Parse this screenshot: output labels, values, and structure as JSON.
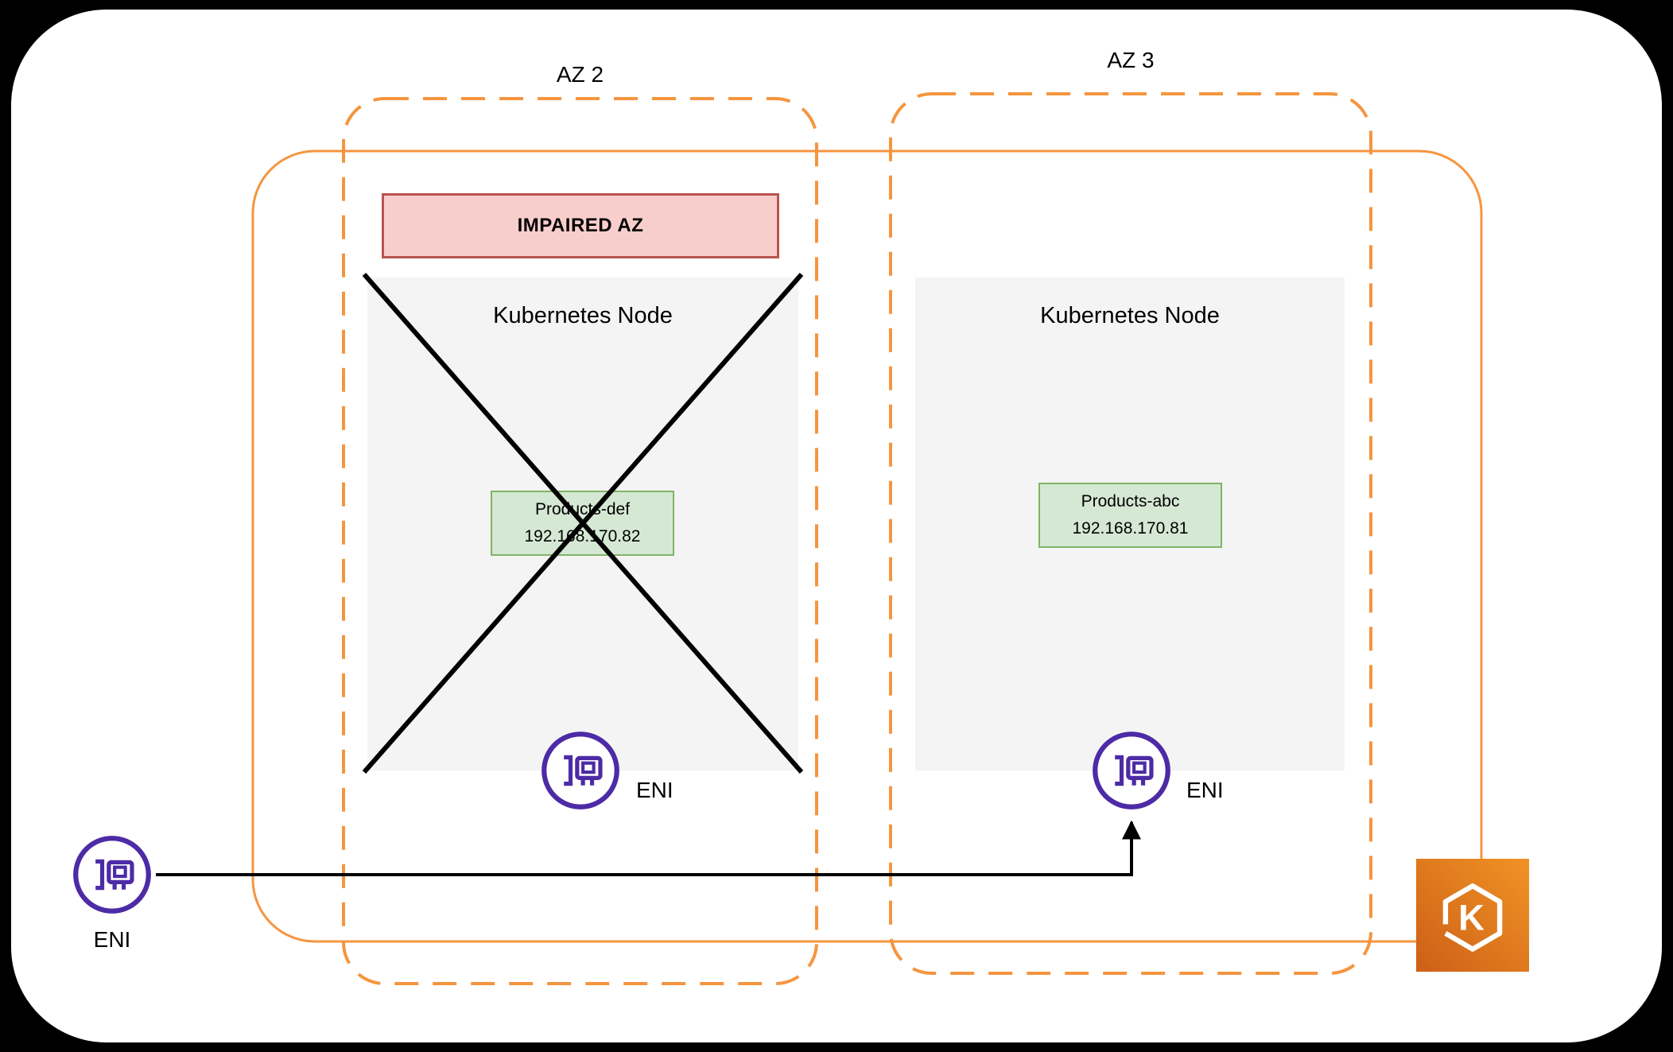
{
  "az2": {
    "label": "AZ 2",
    "impaired_banner": "IMPAIRED AZ",
    "node_title": "Kubernetes Node",
    "pod": {
      "name": "Products-def",
      "ip": "192.168.170.82"
    },
    "eni_label": "ENI",
    "status": "impaired"
  },
  "az3": {
    "label": "AZ 3",
    "node_title": "Kubernetes Node",
    "pod": {
      "name": "Products-abc",
      "ip": "192.168.170.81"
    },
    "eni_label": "ENI"
  },
  "external_eni": {
    "label": "ENI"
  },
  "eks": {
    "letter": "K"
  },
  "colors": {
    "az_boundary_orange": "#F5953F",
    "cluster_boundary_orange": "#F5953F",
    "impaired_fill": "#F8CECC",
    "impaired_border": "#B85450",
    "pod_fill": "#D5E8D4",
    "pod_border": "#82B366",
    "node_fill": "#F4F4F4",
    "eni_purple": "#4D2BA6",
    "eks_orange_dark": "#CE5F17",
    "eks_orange_light": "#F09325",
    "failure_x": "#000000"
  }
}
